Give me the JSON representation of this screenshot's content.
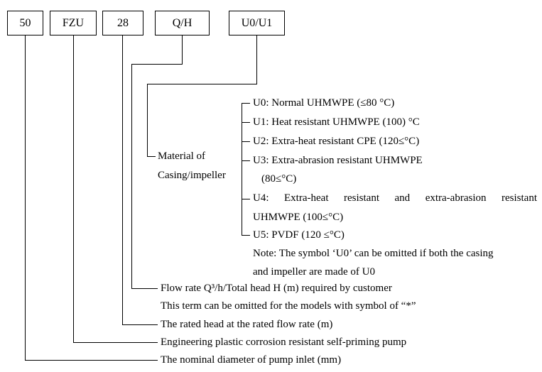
{
  "model_boxes": [
    "50",
    "FZU",
    "28",
    "Q/H",
    "U0/U1"
  ],
  "material": {
    "label": [
      "Material of",
      "Casing/impeller"
    ],
    "options": [
      "U0: Normal UHMWPE (≤80 °C)",
      "U1: Heat resistant UHMWPE (100) °C",
      "U2: Extra-heat resistant CPE (120≤°C)",
      "U3: Extra-abrasion resistant UHMWPE",
      "(80≤°C)",
      "U4: Extra-heat resistant and extra-abrasion resistant",
      "UHMWPE (100≤°C)",
      "U5: PVDF (120 ≤°C)"
    ],
    "note": [
      "Note: The symbol ‘U0’ can be omitted if both the casing",
      "and impeller are made of U0"
    ]
  },
  "descriptions": {
    "flow_rate": "Flow rate Q³/h/Total head H (m) required by customer",
    "flow_rate_note": "This term can be omitted for the models with symbol of “*”",
    "rated_head": "The rated head at the rated flow rate (m)",
    "pump_type": "Engineering plastic corrosion resistant self-priming pump",
    "inlet_diameter": "The nominal diameter of pump inlet (mm)"
  }
}
